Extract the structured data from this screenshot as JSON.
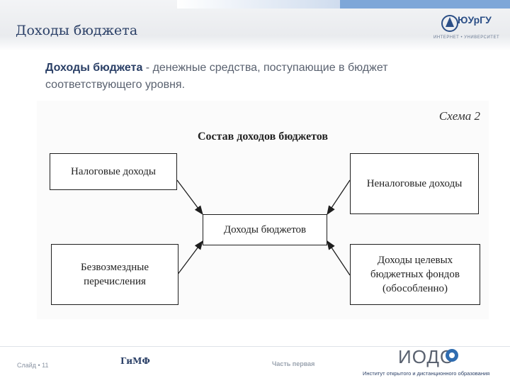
{
  "header": {
    "title": "Доходы бюджета",
    "logo_text": "ЮУрГУ",
    "logo_subtitle": "ИНТЕРНЕТ • УНИВЕРСИТЕТ"
  },
  "definition": {
    "term": "Доходы бюджета",
    "text": " - денежные средства, поступающие в бюджет соответствующего уровня."
  },
  "scheme": {
    "label": "Схема 2",
    "title": "Состав доходов бюджетов",
    "center": "Доходы бюджетов",
    "top_left": "Налоговые доходы",
    "top_right": "Неналоговые доходы",
    "bottom_left_line1": "Безвозмездные",
    "bottom_left_line2": "перечисления",
    "bottom_right_line1": "Доходы целевых",
    "bottom_right_line2": "бюджетных фондов",
    "bottom_right_line3": "(обособленно)"
  },
  "footer": {
    "slide_label": "Слайд • 11",
    "department": "ГиМФ",
    "part": "Часть первая",
    "institute_logo": "ИОДО",
    "institute_name": "Институт открытого и дистанционного образования"
  },
  "colors": {
    "title": "#2a3f66",
    "accent": "#7ea7d8"
  }
}
